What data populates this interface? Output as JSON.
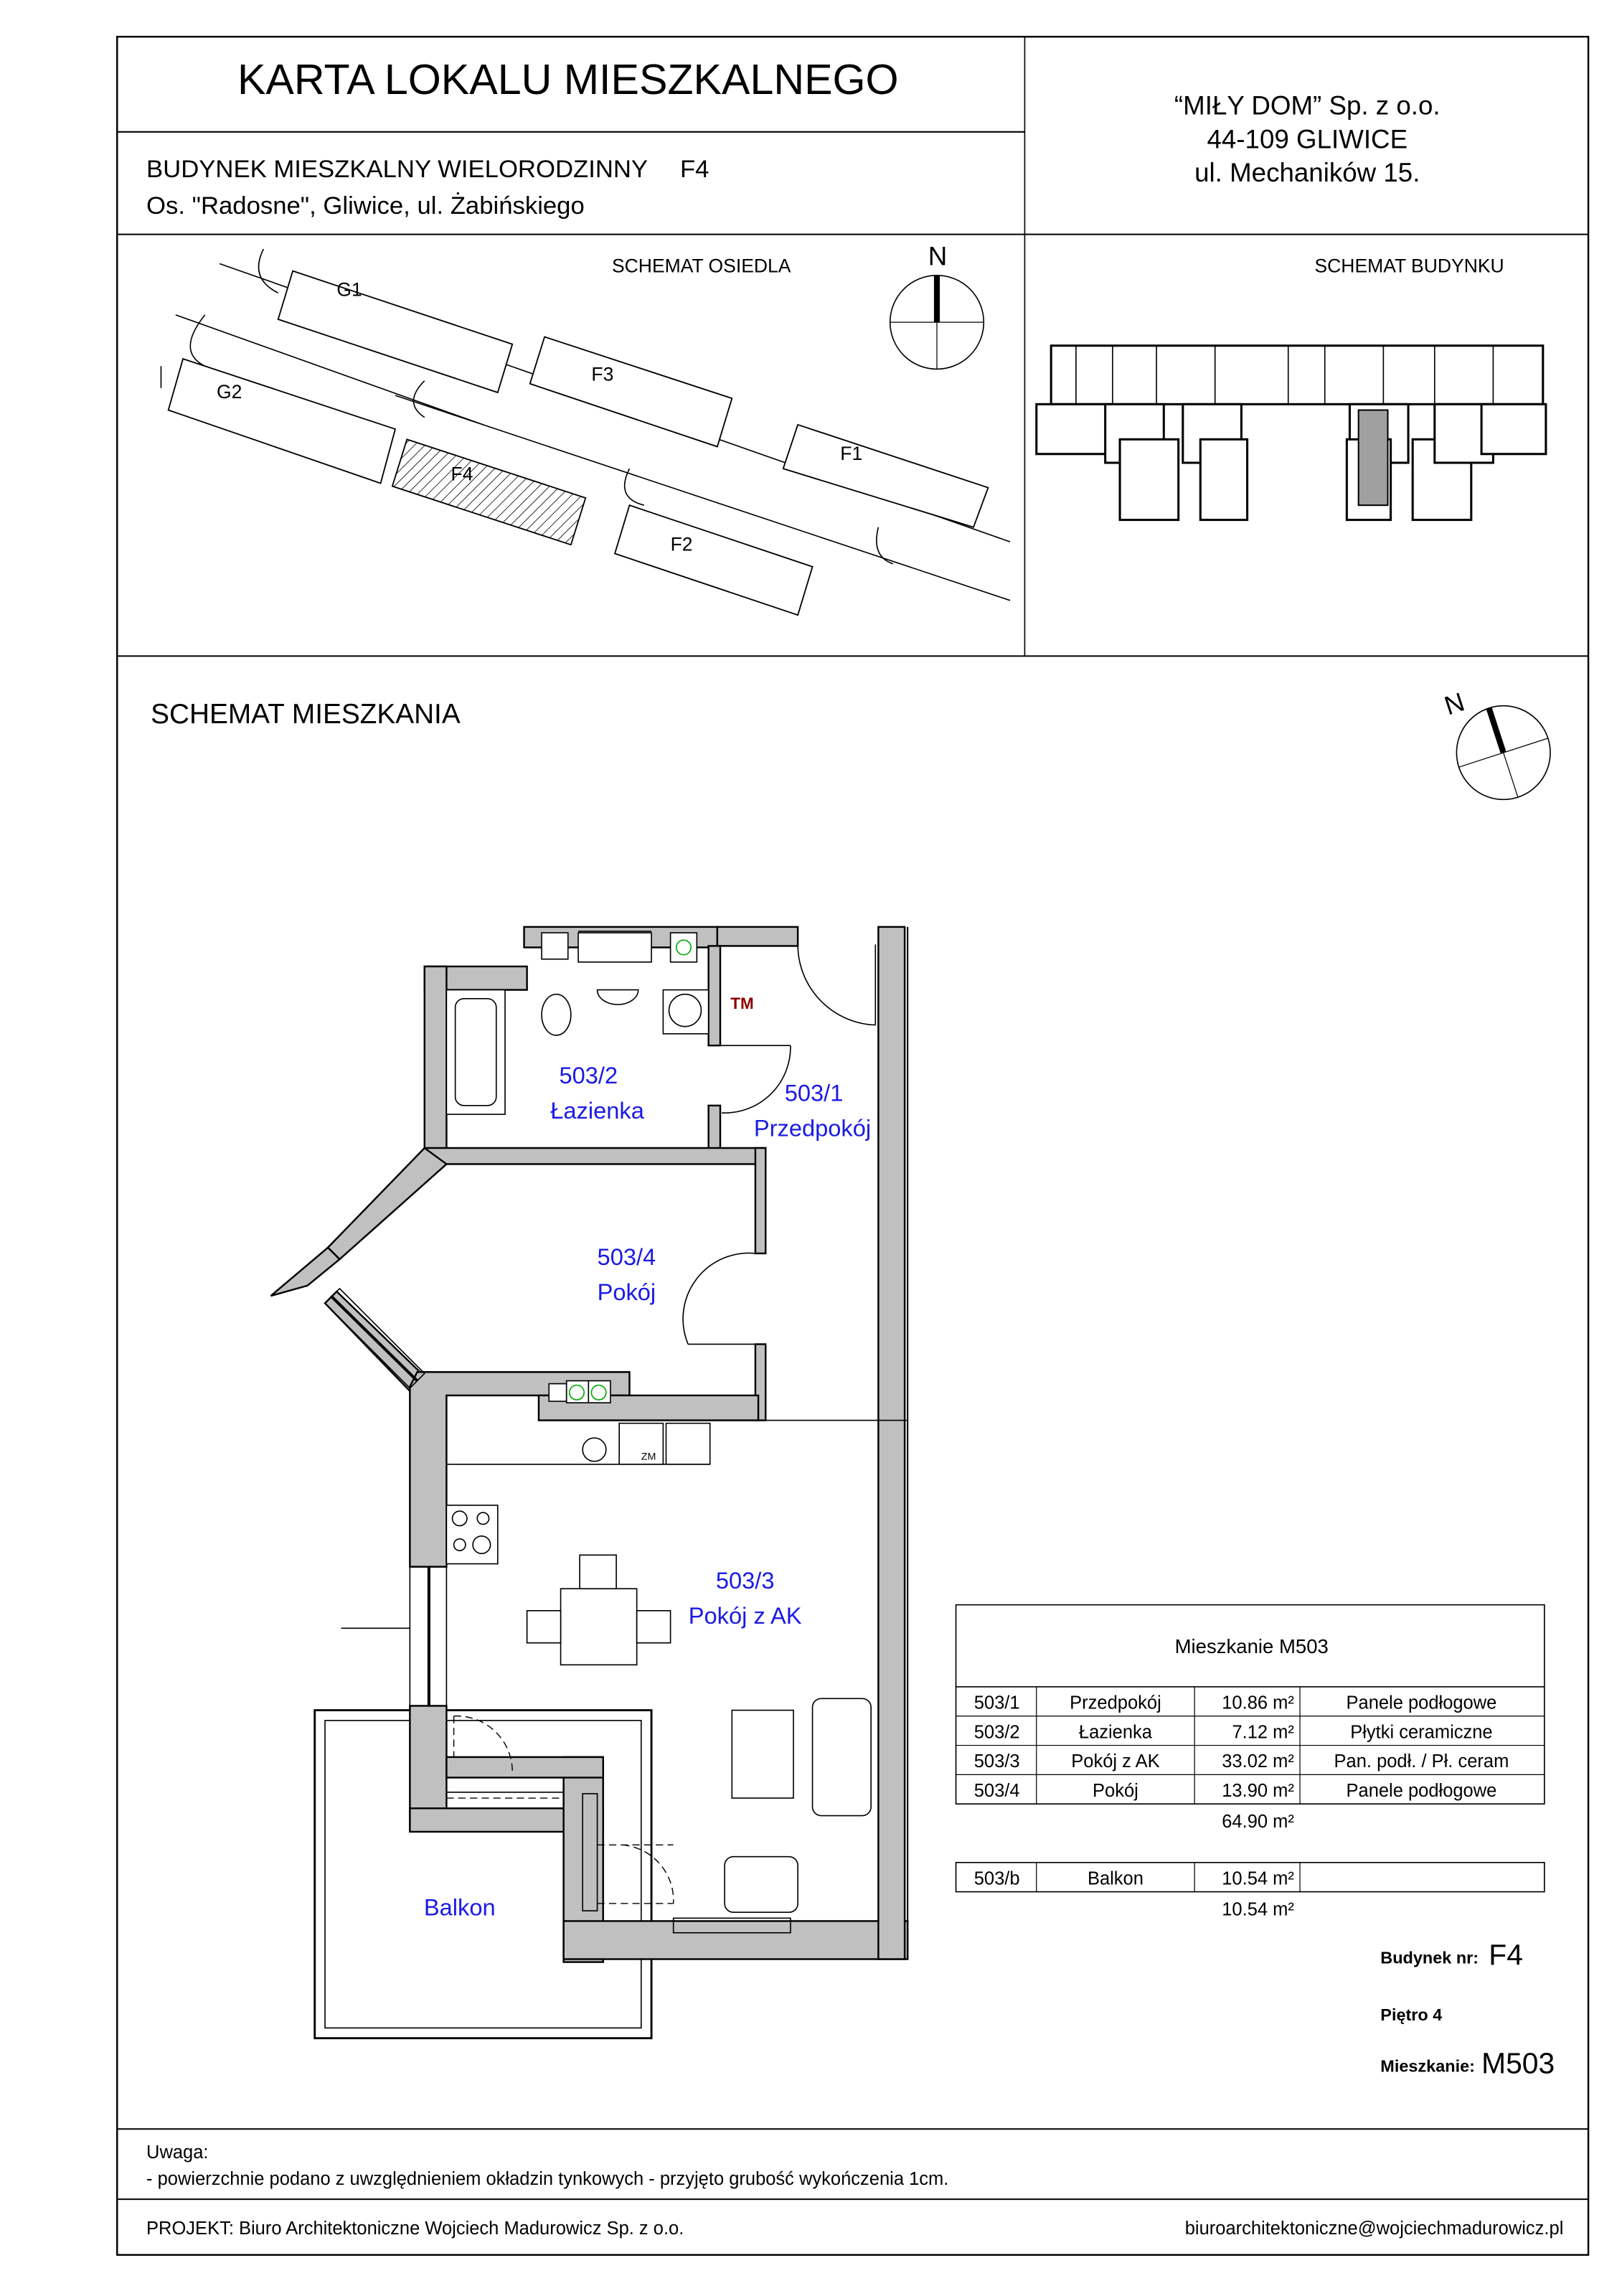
{
  "header": {
    "title": "KARTA LOKALU MIESZKALNEGO",
    "building_line": "BUDYNEK MIESZKALNY WIELORODZINNY",
    "building_code": "F4",
    "address": "Os. \"Radosne\", Gliwice, ul. Żabińskiego",
    "company": [
      "“MIŁY DOM” Sp. z o.o.",
      "44-109 GLIWICE",
      "ul. Mechaników 15."
    ]
  },
  "site_schema": {
    "title": "SCHEMAT OSIEDLA",
    "north": "N",
    "buildings": [
      "G1",
      "G2",
      "F3",
      "F1",
      "F4",
      "F2"
    ]
  },
  "building_schema": {
    "title": "SCHEMAT BUDYNKU"
  },
  "apartment_schema": {
    "title": "SCHEMAT MIESZKANIA",
    "north": "N",
    "rooms": [
      {
        "number": "503/2",
        "name": "Łazienka"
      },
      {
        "number": "503/1",
        "name": "Przedpokój"
      },
      {
        "number": "503/4",
        "name": "Pokój"
      },
      {
        "number": "503/3",
        "name": "Pokój z AK"
      }
    ],
    "balcony": "Balkon",
    "symbols": {
      "tm": "TM",
      "zm": "ZM"
    }
  },
  "area_table": {
    "title": "Mieszkanie  M503",
    "rows": [
      {
        "id": "503/1",
        "name": "Przedpokój",
        "area": "10.86 m²",
        "floor": "Panele podłogowe"
      },
      {
        "id": "503/2",
        "name": "Łazienka",
        "area": "7.12 m²",
        "floor": "Płytki ceramiczne"
      },
      {
        "id": "503/3",
        "name": "Pokój z AK",
        "area": "33.02 m²",
        "floor": "Pan. podł. / Pł. ceram"
      },
      {
        "id": "503/4",
        "name": "Pokój",
        "area": "13.90 m²",
        "floor": "Panele podłogowe"
      }
    ],
    "total": "64.90 m²",
    "balcony_row": {
      "id": "503/b",
      "name": "Balkon",
      "area": "10.54 m²",
      "floor": ""
    },
    "balcony_total": "10.54 m²"
  },
  "info": {
    "building_label": "Budynek nr:",
    "building_value": "F4",
    "floor_label": "Piętro 4",
    "apartment_label": "Mieszkanie:",
    "apartment_value": "M503"
  },
  "notes": {
    "title": "Uwaga:",
    "text": "- powierzchnie podano z uwzględnieniem okładzin tynkowych - przyjęto grubość wykończenia 1cm."
  },
  "footer": {
    "project": "PROJEKT:  Biuro Architektoniczne Wojciech Madurowicz Sp. z o.o.",
    "email": "biuroarchitektoniczne@wojciechmadurowicz.pl"
  },
  "colors": {
    "room_label": "#1a1ae6",
    "wall": "#c0c0c0",
    "tm": "#8b0000"
  }
}
